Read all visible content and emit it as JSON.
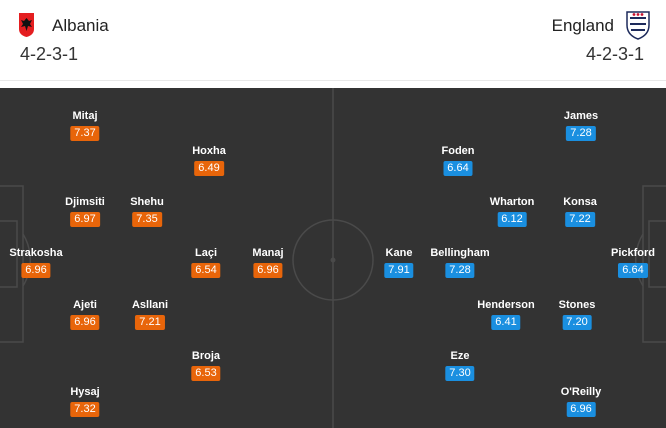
{
  "home": {
    "name": "Albania",
    "formation": "4-2-3-1",
    "rating_color": "#e8650a",
    "crest_icon": "albania-eagle-crest-icon",
    "players": [
      {
        "name": "Mitaj",
        "rating": "7.37"
      },
      {
        "name": "Hoxha",
        "rating": "6.49"
      },
      {
        "name": "Djimsiti",
        "rating": "6.97"
      },
      {
        "name": "Shehu",
        "rating": "7.35"
      },
      {
        "name": "Strakosha",
        "rating": "6.96"
      },
      {
        "name": "Laçi",
        "rating": "6.54"
      },
      {
        "name": "Manaj",
        "rating": "6.96"
      },
      {
        "name": "Ajeti",
        "rating": "6.96"
      },
      {
        "name": "Asllani",
        "rating": "7.21"
      },
      {
        "name": "Broja",
        "rating": "6.53"
      },
      {
        "name": "Hysaj",
        "rating": "7.32"
      }
    ]
  },
  "away": {
    "name": "England",
    "formation": "4-2-3-1",
    "rating_color": "#1a8fe0",
    "crest_icon": "england-three-lions-crest-icon",
    "players": [
      {
        "name": "James",
        "rating": "7.28"
      },
      {
        "name": "Foden",
        "rating": "6.64"
      },
      {
        "name": "Wharton",
        "rating": "6.12"
      },
      {
        "name": "Konsa",
        "rating": "7.22"
      },
      {
        "name": "Kane",
        "rating": "7.91"
      },
      {
        "name": "Bellingham",
        "rating": "7.28"
      },
      {
        "name": "Pickford",
        "rating": "6.64"
      },
      {
        "name": "Henderson",
        "rating": "6.41"
      },
      {
        "name": "Stones",
        "rating": "7.20"
      },
      {
        "name": "Eze",
        "rating": "7.30"
      },
      {
        "name": "O'Reilly",
        "rating": "6.96"
      }
    ]
  },
  "pitch_color": "#333333"
}
